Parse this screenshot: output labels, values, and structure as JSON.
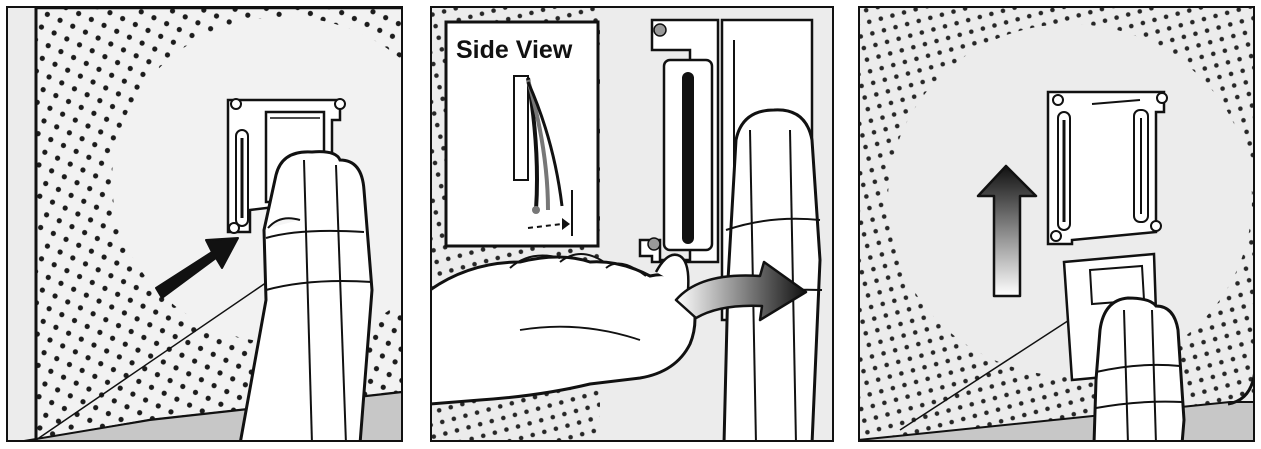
{
  "panels": [
    {
      "id": "panel-1",
      "step": "insert-stand-into-bracket"
    },
    {
      "id": "panel-2",
      "step": "release-clip",
      "inset": {
        "title": "Side View"
      }
    },
    {
      "id": "panel-3",
      "step": "lift-monitor-off-stand"
    }
  ],
  "colors": {
    "outline": "#111111",
    "wall": "#e8e8e8",
    "floor": "#c4c4c4",
    "part": "#ffffff",
    "arrow": "#111111"
  }
}
